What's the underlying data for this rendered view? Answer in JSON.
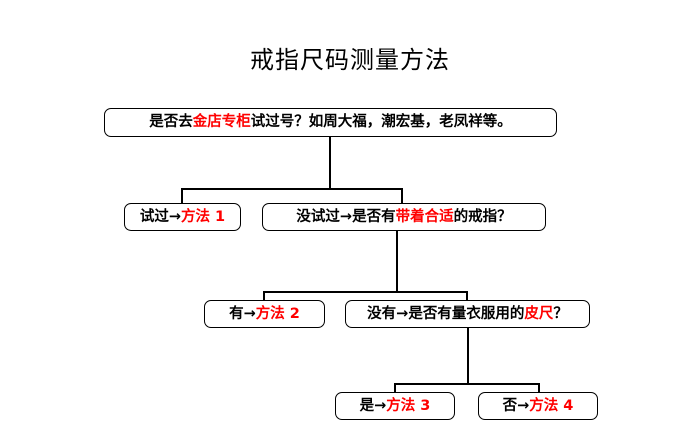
{
  "page": {
    "title": "戒指尺码测量方法",
    "background_color": "#ffffff",
    "text_color": "#000000",
    "highlight_color": "#ff0000",
    "line_color": "#000000"
  },
  "diagram": {
    "type": "flowchart",
    "orientation": "top-down",
    "nodes": [
      {
        "id": "q1",
        "role": "decision",
        "full_text": "是否去金店专柜试过号？如周大福，潮宏基，老凤祥等。",
        "segments": [
          {
            "text": "是否去",
            "highlight": false
          },
          {
            "text": "金店专柜",
            "highlight": true
          },
          {
            "text": "试过号？如周大福，潮宏基，老凤祥等。",
            "highlight": false
          }
        ]
      },
      {
        "id": "a1",
        "role": "outcome",
        "full_text": "试过→方法 1",
        "segments": [
          {
            "text": "试过",
            "highlight": false
          },
          {
            "text": "→",
            "highlight": false
          },
          {
            "text": "方法 1",
            "highlight": true
          }
        ]
      },
      {
        "id": "q2",
        "role": "decision",
        "full_text": "没试过→是否有带着合适的戒指？",
        "segments": [
          {
            "text": "没试过",
            "highlight": false
          },
          {
            "text": "→",
            "highlight": false
          },
          {
            "text": "是否有",
            "highlight": false
          },
          {
            "text": "带着合适",
            "highlight": true
          },
          {
            "text": "的戒指？",
            "highlight": false
          }
        ]
      },
      {
        "id": "a2",
        "role": "outcome",
        "full_text": "有→方法 2",
        "segments": [
          {
            "text": "有",
            "highlight": false
          },
          {
            "text": "→",
            "highlight": false
          },
          {
            "text": "方法 2",
            "highlight": true
          }
        ]
      },
      {
        "id": "q3",
        "role": "decision",
        "full_text": "没有→是否有量衣服用的皮尺？",
        "segments": [
          {
            "text": "没有",
            "highlight": false
          },
          {
            "text": "→",
            "highlight": false
          },
          {
            "text": "是否有量衣服用的",
            "highlight": false
          },
          {
            "text": "皮尺",
            "highlight": true
          },
          {
            "text": "？",
            "highlight": false
          }
        ]
      },
      {
        "id": "a3",
        "role": "outcome",
        "full_text": "是→方法 3",
        "segments": [
          {
            "text": "是",
            "highlight": false
          },
          {
            "text": "→",
            "highlight": false
          },
          {
            "text": "方法 3",
            "highlight": true
          }
        ]
      },
      {
        "id": "a4",
        "role": "outcome",
        "full_text": "否→方法 4",
        "segments": [
          {
            "text": "否",
            "highlight": false
          },
          {
            "text": "→",
            "highlight": false
          },
          {
            "text": "方法 4",
            "highlight": true
          }
        ]
      }
    ],
    "edges": [
      {
        "from": "q1",
        "to": "a1"
      },
      {
        "from": "q1",
        "to": "q2"
      },
      {
        "from": "q2",
        "to": "a2"
      },
      {
        "from": "q2",
        "to": "q3"
      },
      {
        "from": "q3",
        "to": "a3"
      },
      {
        "from": "q3",
        "to": "a4"
      }
    ]
  }
}
